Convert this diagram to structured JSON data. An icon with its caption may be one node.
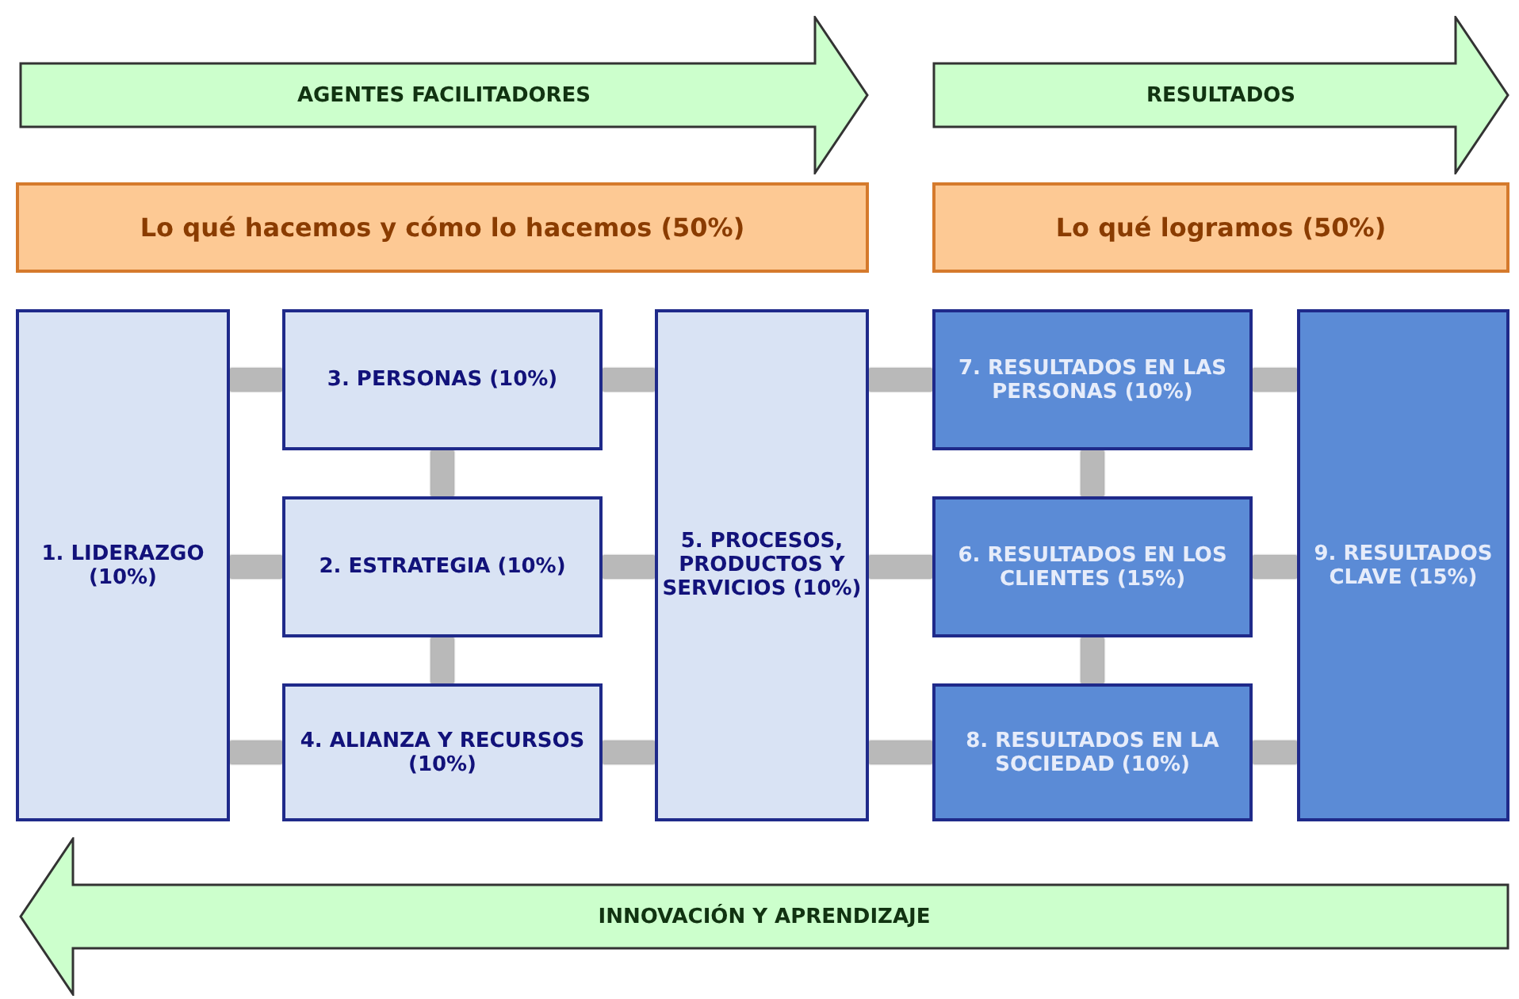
{
  "diagram": {
    "nodes": [
      {
        "text": [
          "AGENTES FACILITADORES"
        ]
      },
      {
        "text": [
          "RESULTADOS"
        ]
      },
      {
        "text": [
          "Lo qué hacemos y cómo lo hacemos (50%)"
        ]
      },
      {
        "text": [
          "Lo qué logramos (50%)"
        ]
      },
      {
        "text": [
          "1. LIDERAZGO (10%)"
        ]
      },
      {
        "text": [
          "3. PERSONAS (10%)"
        ]
      },
      {
        "text": [
          "2. ESTRATEGIA (10%)"
        ]
      },
      {
        "text": [
          "4. ALIANZA Y RECURSOS (10%)"
        ]
      },
      {
        "text": [
          "5. PROCESOS, PRODUCTOS Y SERVICIOS (10%)"
        ]
      },
      {
        "text": [
          "7. RESULTADOS EN LAS PERSONAS (10%)"
        ]
      },
      {
        "text": [
          "6. RESULTADOS EN LOS CLIENTES (15%)"
        ]
      },
      {
        "text": [
          "8. RESULTADOS EN LA SOCIEDAD (10%)"
        ]
      },
      {
        "text": [
          "9. RESULTADOS CLAVE (15%)"
        ]
      },
      {
        "text": [
          "INNOVACIÓN Y APRENDIZAJE"
        ]
      }
    ],
    "edges": [
      {
        "from": 4,
        "to": 5,
        "arrow": "none"
      },
      {
        "from": 4,
        "to": 6,
        "arrow": "none"
      },
      {
        "from": 4,
        "to": 7,
        "arrow": "none"
      },
      {
        "from": 5,
        "to": 6,
        "arrow": "none"
      },
      {
        "from": 6,
        "to": 7,
        "arrow": "none"
      },
      {
        "from": 5,
        "to": 8,
        "arrow": "none"
      },
      {
        "from": 6,
        "to": 8,
        "arrow": "none"
      },
      {
        "from": 7,
        "to": 8,
        "arrow": "none"
      },
      {
        "from": 8,
        "to": 9,
        "arrow": "none"
      },
      {
        "from": 8,
        "to": 10,
        "arrow": "none"
      },
      {
        "from": 8,
        "to": 11,
        "arrow": "none"
      },
      {
        "from": 9,
        "to": 10,
        "arrow": "none"
      },
      {
        "from": 10,
        "to": 11,
        "arrow": "none"
      },
      {
        "from": 9,
        "to": 12,
        "arrow": "none"
      },
      {
        "from": 10,
        "to": 12,
        "arrow": "none"
      },
      {
        "from": 11,
        "to": 12,
        "arrow": "none"
      }
    ]
  }
}
